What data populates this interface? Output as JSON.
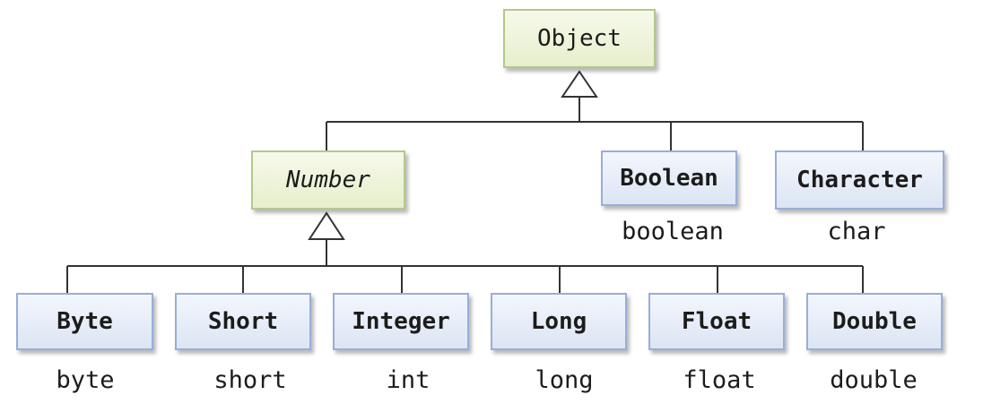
{
  "root": {
    "label": "Object"
  },
  "number": {
    "label": "Number"
  },
  "wrappers": [
    {
      "class": "Boolean",
      "primitive": "boolean"
    },
    {
      "class": "Character",
      "primitive": "char"
    },
    {
      "class": "Byte",
      "primitive": "byte"
    },
    {
      "class": "Short",
      "primitive": "short"
    },
    {
      "class": "Integer",
      "primitive": "int"
    },
    {
      "class": "Long",
      "primitive": "long"
    },
    {
      "class": "Float",
      "primitive": "float"
    },
    {
      "class": "Double",
      "primitive": "double"
    }
  ],
  "colors": {
    "abstract_box_border": "#b3c88c",
    "wrapper_box_border": "#97aedb",
    "connector": "#333333"
  }
}
